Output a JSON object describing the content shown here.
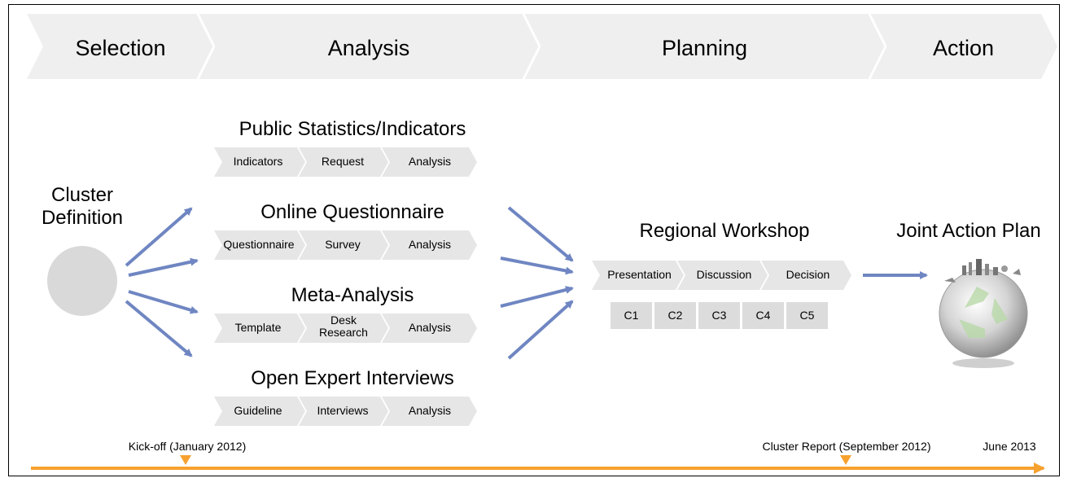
{
  "phases": [
    "Selection",
    "Analysis",
    "Planning",
    "Action"
  ],
  "cluster": {
    "title_line1": "Cluster",
    "title_line2": "Definition"
  },
  "groups": [
    {
      "title": "Public Statistics/Indicators",
      "steps": [
        "Indicators",
        "Request",
        "Analysis"
      ]
    },
    {
      "title": "Online Questionnaire",
      "steps": [
        "Questionnaire",
        "Survey",
        "Analysis"
      ]
    },
    {
      "title": "Meta-Analysis",
      "steps": [
        "Template",
        "Desk Research",
        "Analysis"
      ]
    },
    {
      "title": "Open Expert Interviews",
      "steps": [
        "Guideline",
        "Interviews",
        "Analysis"
      ]
    }
  ],
  "workshop": {
    "title": "Regional Workshop",
    "steps": [
      "Presentation",
      "Discussion",
      "Decision"
    ],
    "boxes": [
      "C1",
      "C2",
      "C3",
      "C4",
      "C5"
    ]
  },
  "action_plan": {
    "title": "Joint Action Plan"
  },
  "timeline": {
    "milestones": [
      "Kick-off (January 2012)",
      "Cluster Report (September 2012)",
      "June 2013"
    ]
  },
  "colors": {
    "chevron_fill": "#efefef",
    "step_fill": "#e6e6e6",
    "box_fill": "#dcdcdc",
    "arrow_blue": "#6f86c2",
    "timeline_orange": "#f7a12f",
    "circle_fill": "#d9d9d9"
  }
}
